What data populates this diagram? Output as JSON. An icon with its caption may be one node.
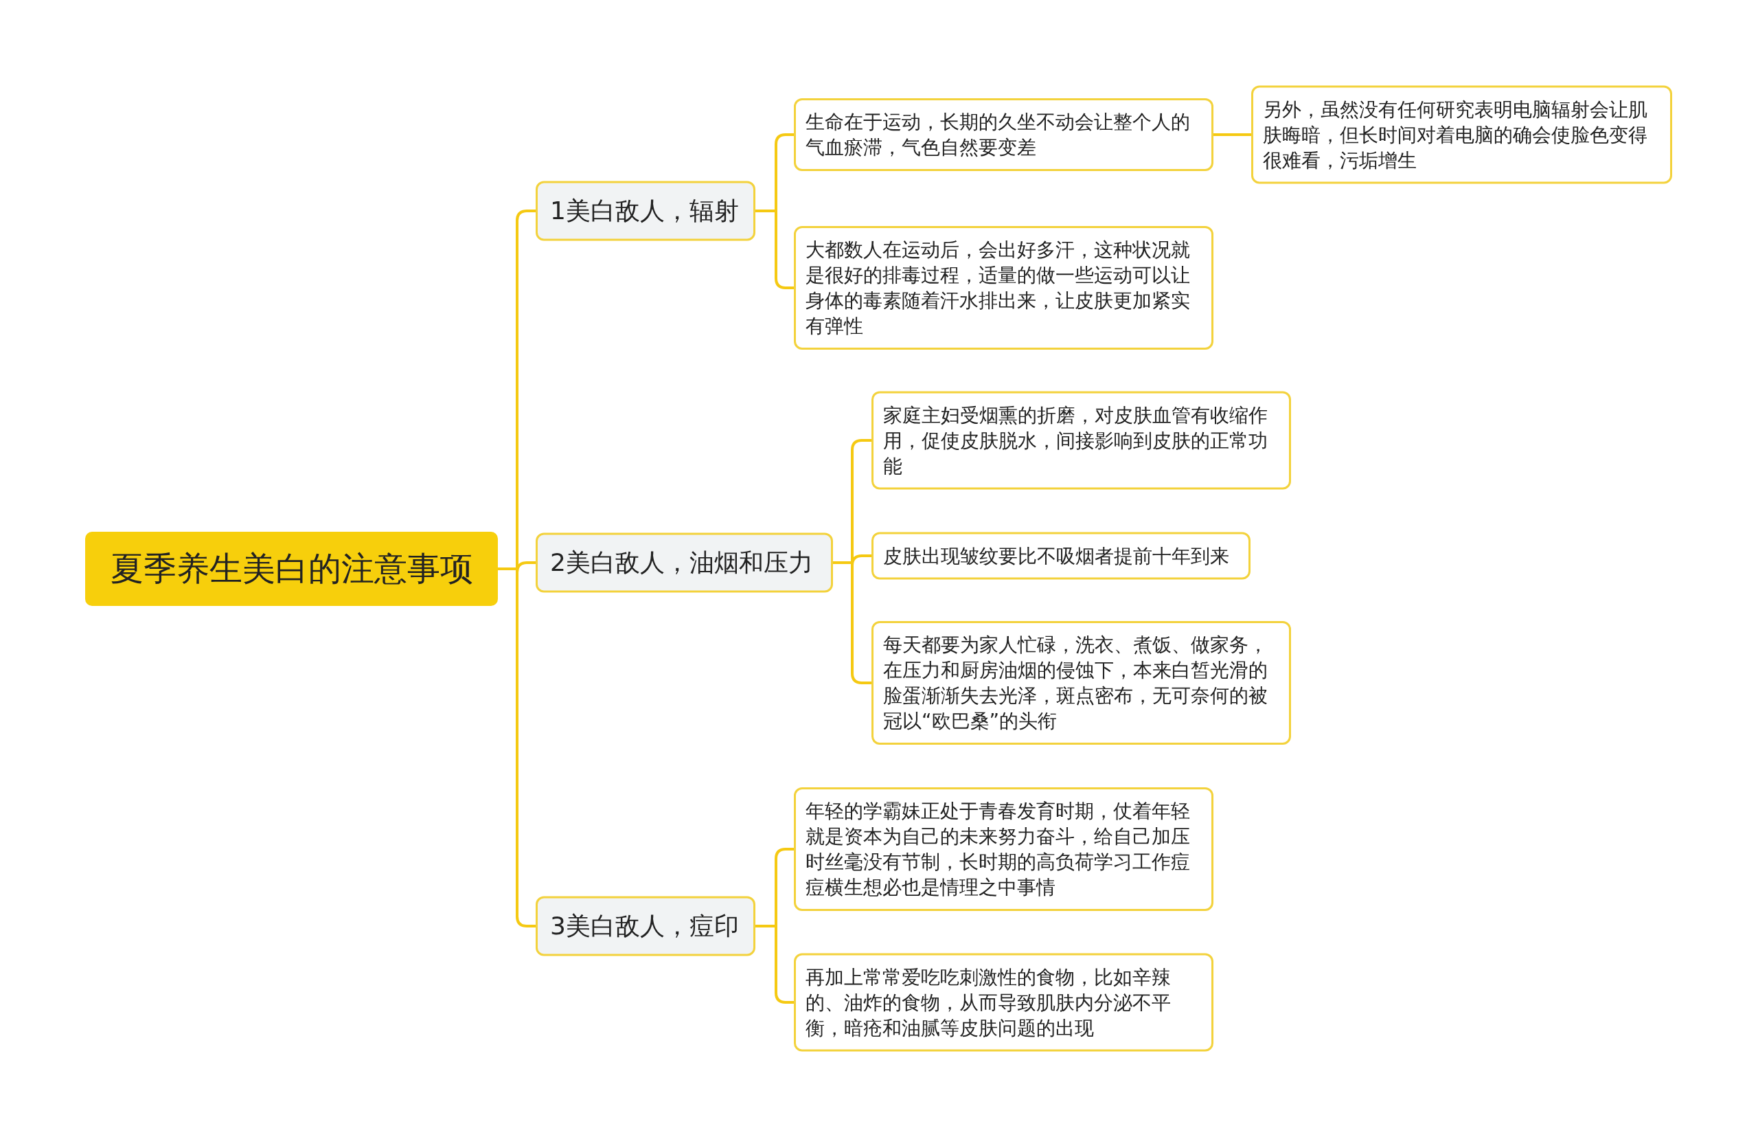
{
  "diagram": {
    "nodes": [
      {
        "text": [
          "夏季养生美白的注意事项"
        ]
      },
      {
        "text": [
          "1美白敌人，辐射"
        ]
      },
      {
        "text": [
          "生命在于运动，长期的久坐不动会让整个人的气血瘀滞，气色自然要变差"
        ]
      },
      {
        "text": [
          "另外，虽然没有任何研究表明电脑辐射会让肌肤晦暗，但长时间对着电脑的确会使脸色变得很难看，污垢增生"
        ]
      },
      {
        "text": [
          "大都数人在运动后，会出好多汗，这种状况就是很好的排毒过程，适量的做一些运动可以让身体的毒素随着汗水排出来，让皮肤更加紧实有弹性"
        ]
      },
      {
        "text": [
          "2美白敌人，油烟和压力"
        ]
      },
      {
        "text": [
          "家庭主妇受烟熏的折磨，对皮肤血管有收缩作用，促使皮肤脱水，间接影响到皮肤的正常功能"
        ]
      },
      {
        "text": [
          "皮肤出现皱纹要比不吸烟者提前十年到来"
        ]
      },
      {
        "text": [
          "每天都要为家人忙碌，洗衣、煮饭、做家务，在压力和厨房油烟的侵蚀下，本来白皙光滑的脸蛋渐渐失去光泽，斑点密布，无可奈何的被冠以“欧巴桑”的头衔"
        ]
      },
      {
        "text": [
          "3美白敌人，痘印"
        ]
      },
      {
        "text": [
          "年轻的学霸妹正处于青春发育时期，仗着年轻就是资本为自己的未来努力奋斗，给自己加压时丝毫没有节制，长时期的高负荷学习工作痘痘横生想必也是情理之中事情"
        ]
      },
      {
        "text": [
          "再加上常常爱吃吃刺激性的食物，比如辛辣的、油炸的食物，从而导致肌肤内分泌不平衡，暗疮和油腻等皮肤问题的出现"
        ]
      }
    ],
    "edges": [
      {
        "from": 0,
        "to": 1,
        "arrow": "none"
      },
      {
        "from": 0,
        "to": 5,
        "arrow": "none"
      },
      {
        "from": 0,
        "to": 9,
        "arrow": "none"
      },
      {
        "from": 1,
        "to": 2,
        "arrow": "none"
      },
      {
        "from": 2,
        "to": 3,
        "arrow": "none"
      },
      {
        "from": 1,
        "to": 4,
        "arrow": "none"
      },
      {
        "from": 5,
        "to": 6,
        "arrow": "none"
      },
      {
        "from": 5,
        "to": 7,
        "arrow": "none"
      },
      {
        "from": 5,
        "to": 8,
        "arrow": "none"
      },
      {
        "from": 9,
        "to": 10,
        "arrow": "none"
      },
      {
        "from": 9,
        "to": 11,
        "arrow": "none"
      }
    ]
  }
}
